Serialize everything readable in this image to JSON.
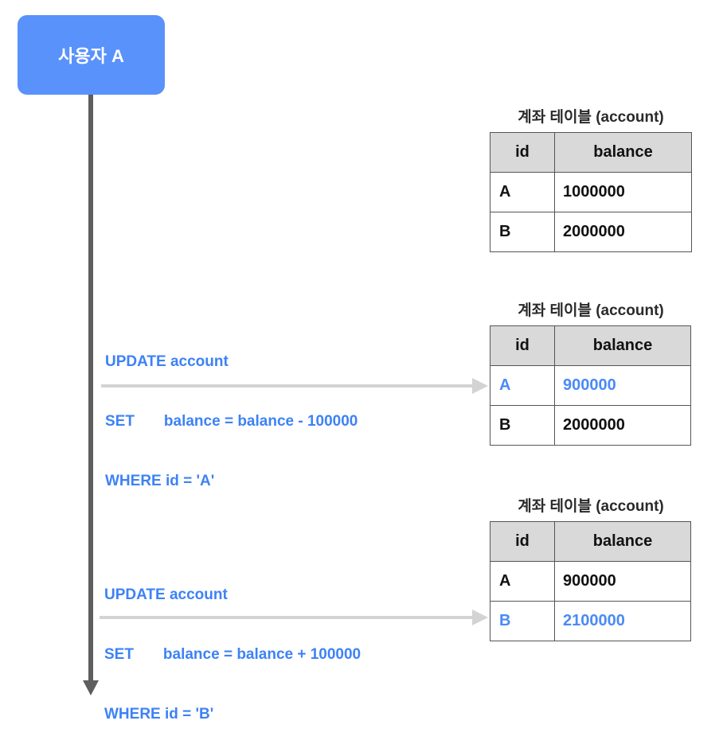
{
  "actor": {
    "label": "사용자 A"
  },
  "tables": [
    {
      "caption": "계좌 테이블 (account)",
      "headers": [
        "id",
        "balance"
      ],
      "rows": [
        {
          "id": "A",
          "balance": "1000000",
          "highlight": false
        },
        {
          "id": "B",
          "balance": "2000000",
          "highlight": false
        }
      ]
    },
    {
      "caption": "계좌 테이블 (account)",
      "headers": [
        "id",
        "balance"
      ],
      "rows": [
        {
          "id": "A",
          "balance": "900000",
          "highlight": true
        },
        {
          "id": "B",
          "balance": "2000000",
          "highlight": false
        }
      ]
    },
    {
      "caption": "계좌 테이블 (account)",
      "headers": [
        "id",
        "balance"
      ],
      "rows": [
        {
          "id": "A",
          "balance": "900000",
          "highlight": false
        },
        {
          "id": "B",
          "balance": "2100000",
          "highlight": true
        }
      ]
    }
  ],
  "statements": [
    {
      "line1": "UPDATE account",
      "line2": "SET       balance = balance - 100000",
      "line3": "WHERE id = 'A'"
    },
    {
      "line1": "UPDATE account",
      "line2": "SET       balance = balance + 100000",
      "line3": "WHERE id = 'B'"
    }
  ],
  "colors": {
    "actor_box": "#5a92fb",
    "sql_text": "#3d82f5",
    "highlight": "#4a8af6",
    "timeline": "#5e5e5e",
    "arrow": "#d3d3d3",
    "header_fill": "#d9d9d9"
  }
}
